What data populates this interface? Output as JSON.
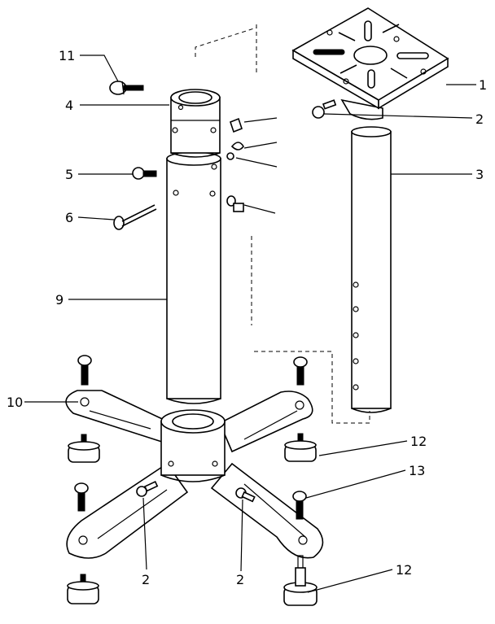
{
  "callouts": {
    "c11": "11",
    "c4": "4",
    "c5": "5",
    "c6": "6",
    "c9": "9",
    "c10": "10",
    "c1": "1",
    "c2_right": "2",
    "c3": "3",
    "c12_upper": "12",
    "c13": "13",
    "c12_lower": "12",
    "c2_base_left": "2",
    "c2_base_right": "2"
  }
}
